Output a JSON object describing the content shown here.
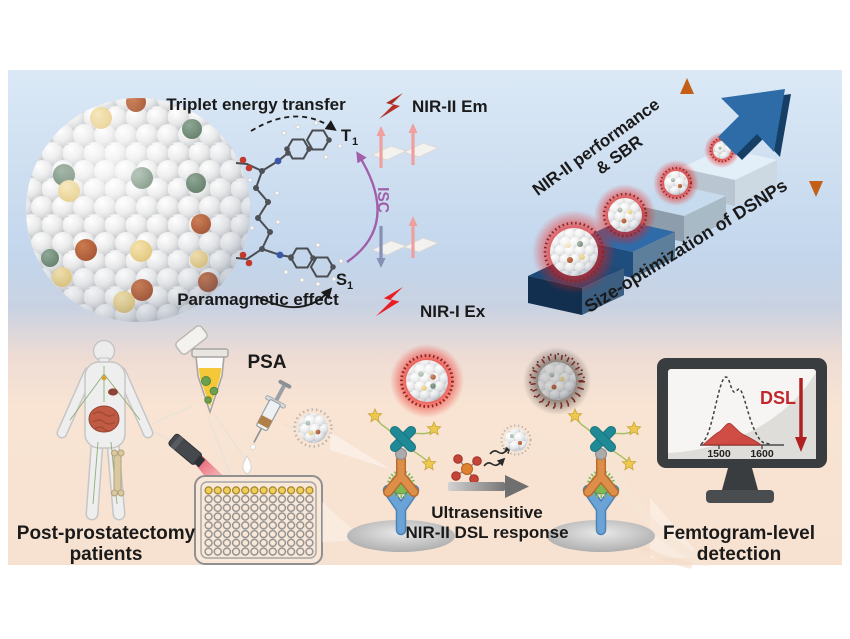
{
  "top": {
    "triplet_label": "Triplet energy transfer",
    "paramagnetic_label": "Paramagnetic effect",
    "nir2_em_label": "NIR-II Em",
    "nir1_ex_label": "NIR-I Ex",
    "isc_label": "ISC",
    "t1_main": "T",
    "t1_sub": "1",
    "s1_main": "S",
    "s1_sub": "1",
    "stairs_line1": "NIR-II performance",
    "stairs_line2": "& SBR",
    "size_label": "Size-optimization of DSNPs"
  },
  "bottom": {
    "psa_label": "PSA",
    "patients_line1": "Post-prostatectomy",
    "patients_line2": "patients",
    "ultra_line1": "Ultrasensitive",
    "ultra_line2": "NIR-II DSL response",
    "femto_line1": "Femtogram-level",
    "femto_line2": "detection"
  },
  "monitor": {
    "dsl_label": "DSL",
    "tick_1500": "1500",
    "tick_1600": "1600"
  },
  "colors": {
    "background_blue": "#c3d6ec",
    "background_peach": "#f9e4d3",
    "glow_red": "#e81e1e",
    "isc_purple": "#a05fa8",
    "step_blue_dark": "#1d4a78",
    "step_blue_light": "#e2eef8",
    "antibody_blue": "#6ba3d6",
    "antibody_orange": "#d07a33",
    "antigen_green": "#7cb854",
    "streptavidin_teal": "#1f8a96",
    "star_yellow": "#ecc94d",
    "dsl_red": "#c1272d",
    "orange_arrow": "#c35f17"
  }
}
